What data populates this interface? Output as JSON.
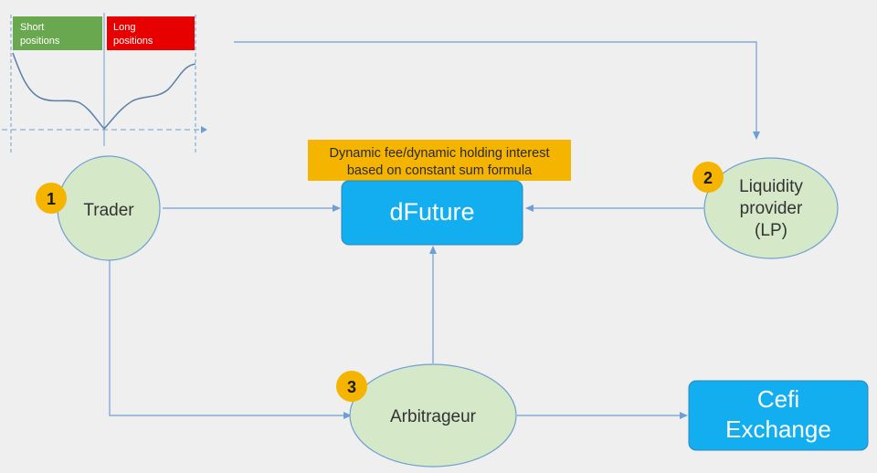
{
  "chart": {
    "short_label_line1": "Short",
    "short_label_line2": "positions",
    "long_label_line1": "Long",
    "long_label_line2": "positions"
  },
  "fee_note": {
    "line1": "Dynamic fee/dynamic holding interest",
    "line2": "based on constant sum formula"
  },
  "dfuture": {
    "label": "dFuture"
  },
  "trader": {
    "badge": "1",
    "label": "Trader"
  },
  "lp": {
    "badge": "2",
    "line1": "Liquidity",
    "line2": "provider",
    "line3": "(LP)"
  },
  "arbitrageur": {
    "badge": "3",
    "label": "Arbitrageur"
  },
  "cefi": {
    "line1": "Cefi",
    "line2": "Exchange"
  },
  "colors": {
    "short_green": "#6aa84f",
    "long_red": "#e60000",
    "note_orange": "#f5b400",
    "box_blue": "#12aef0",
    "node_green": "#d5e8c8",
    "badge_yellow": "#f5b400",
    "arrow_blue": "#6e9fd2"
  }
}
